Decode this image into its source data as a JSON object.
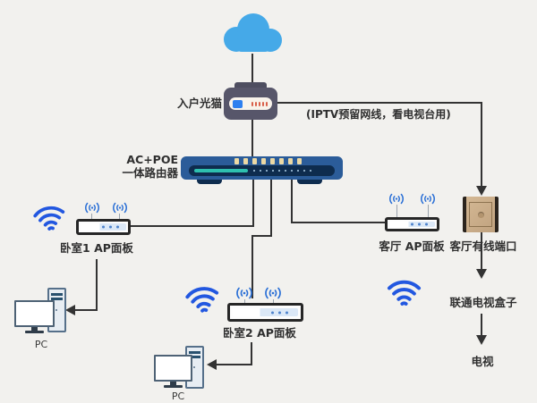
{
  "labels": {
    "modem": "入户光猫",
    "iptv_note": "(IPTV预留网线，看电视台用)",
    "router_line1": "AC+POE",
    "router_line2": "一体路由器",
    "ap_bedroom1": "卧室1 AP面板",
    "ap_bedroom2": "卧室2 AP面板",
    "ap_livingroom": "客厅 AP面板",
    "wall_port": "客厅有线端口",
    "tv_box": "联通电视盒子",
    "tv": "电视",
    "pc1": "PC",
    "pc2": "PC"
  },
  "icons": {
    "cloud": "internet-cloud-icon",
    "wifi": "wifi-signal-icon",
    "antenna": "antenna-waves-icon",
    "modem": "modem-device-icon",
    "router": "poe-router-device-icon",
    "ap_panel": "ap-panel-device-icon",
    "wall_port": "wall-port-photo",
    "pc": "desktop-pc-icon",
    "arrow": "arrowhead-icon"
  },
  "colors": {
    "background": "#f2f1ee",
    "line": "#333333",
    "text": "#2f2f2f",
    "cloud": "#45a9e8",
    "wifi": "#2257e0",
    "modem_body": "#57566a",
    "switch_body": "#2b5c99",
    "switch_panel": "#0e2c4e",
    "switch_led": "#ecd9a4",
    "switch_teal": "#2ec0af",
    "panel_border": "#262626",
    "wall_plate": "#c9ac8a"
  }
}
